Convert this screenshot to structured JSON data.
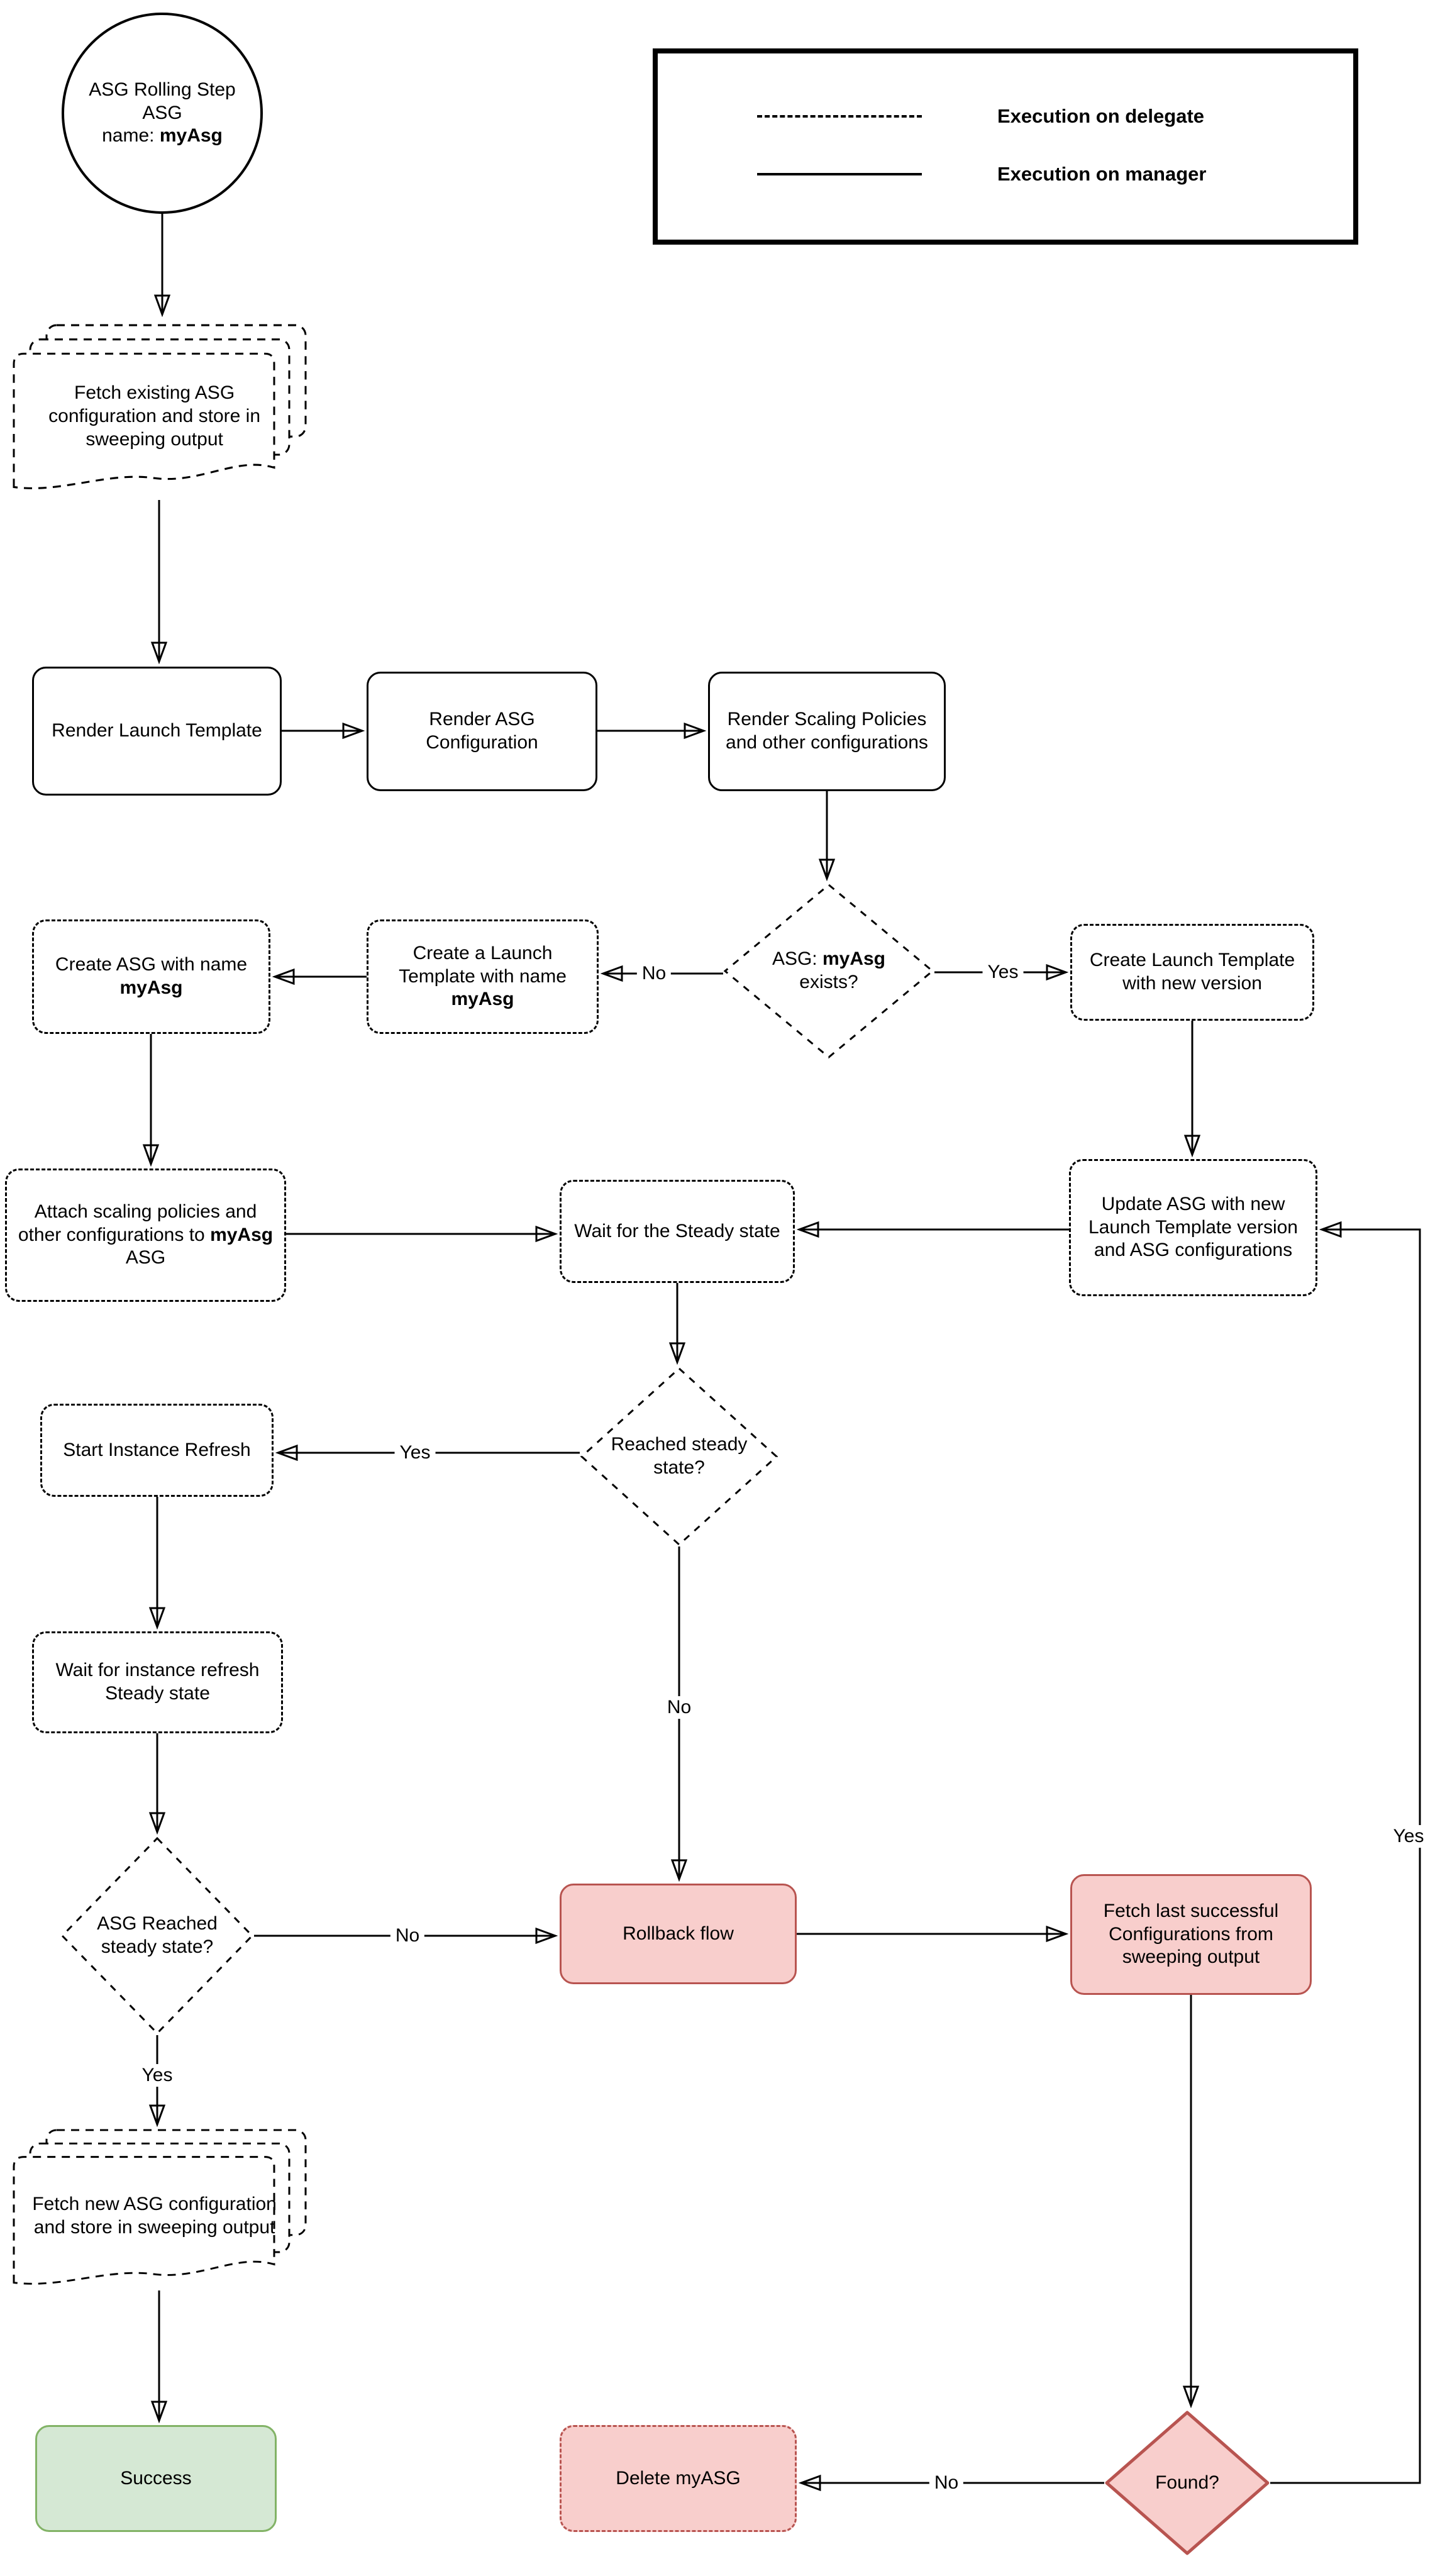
{
  "colors": {
    "line": "#000000",
    "box_fill": "#ffffff",
    "danger_fill": "#f8cecc",
    "danger_border": "#b85450",
    "success_fill": "#d5e8d4",
    "success_border": "#82b366"
  },
  "legend": {
    "delegate_label": "Execution on delegate",
    "manager_label": "Execution on manager"
  },
  "nodes": {
    "start_circle": {
      "line1": "ASG Rolling Step ASG",
      "name_prefix": "name: ",
      "name_bold": "myAsg"
    },
    "fetch_existing": {
      "text": "Fetch existing ASG configuration and store in sweeping output"
    },
    "render_launch_template": {
      "text": "Render Launch Template"
    },
    "render_asg_configuration": {
      "text": "Render ASG Configuration"
    },
    "render_scaling_policies": {
      "text": "Render Scaling Policies and other configurations"
    },
    "asg_exists_decision": {
      "pre": "ASG: ",
      "bold": "myAsg",
      "post": " exists?"
    },
    "create_launch_template_new_version": {
      "text": "Create Launch Template with new version"
    },
    "create_launch_template": {
      "pre": "Create a Launch Template with name ",
      "bold": "myAsg",
      "post": ""
    },
    "create_asg": {
      "pre": "Create ASG with name ",
      "bold": "myAsg",
      "post": ""
    },
    "attach_scaling_policies": {
      "pre": "Attach scaling policies and other configurations to ",
      "bold": "myAsg",
      "post": " ASG"
    },
    "wait_steady_state": {
      "text": "Wait for the Steady state"
    },
    "update_asg": {
      "text": "Update ASG with new Launch Template version and ASG configurations"
    },
    "reached_steady_decision": {
      "text": "Reached steady state?"
    },
    "start_instance_refresh": {
      "text": "Start Instance Refresh"
    },
    "wait_instance_refresh": {
      "text": "Wait for instance refresh Steady state"
    },
    "asg_reached_steady_decision": {
      "text": "ASG Reached steady state?"
    },
    "rollback_flow": {
      "text": "Rollback flow"
    },
    "fetch_last_successful": {
      "text": "Fetch last successful Configurations from sweeping output"
    },
    "fetch_new_asg": {
      "text": "Fetch new ASG configuration and store in sweeping output"
    },
    "success": {
      "text": "Success"
    },
    "delete_myasg": {
      "text": "Delete myASG"
    },
    "found_decision": {
      "text": "Found?"
    }
  },
  "edge_labels": {
    "asg_exists_no": "No",
    "asg_exists_yes": "Yes",
    "reached_steady_yes": "Yes",
    "reached_steady_no": "No",
    "asg_reached_no": "No",
    "asg_reached_yes": "Yes",
    "found_no": "No",
    "found_yes": "Yes"
  }
}
